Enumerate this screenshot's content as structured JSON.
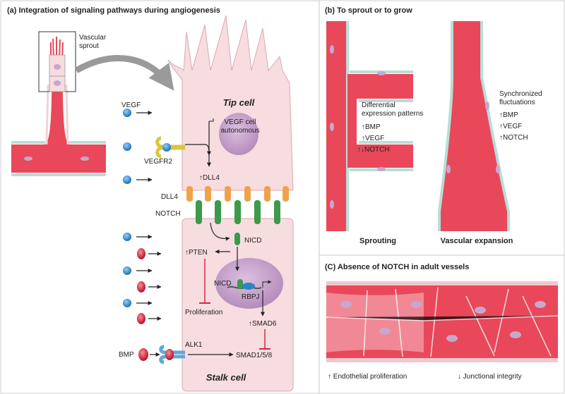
{
  "panel_a": {
    "title": "(a)  Integration of signaling pathways during angiogenesis",
    "sprout_label": [
      "Vascular",
      "sprout"
    ],
    "tip_cell": "Tip cell",
    "stalk_cell": "Stalk cell",
    "vegf": "VEGF",
    "vegfr2": "VEGFR2",
    "vegf_autonomous": [
      "VEGF cell",
      "autonomous"
    ],
    "dll4_up": "DLL4",
    "dll4": "DLL4",
    "notch": "NOTCH",
    "nicd": "NICD",
    "nicd_nucleus": "NICD",
    "rbpj": "RBPJ",
    "pten": "PTEN",
    "proliferation": "Proliferation",
    "smad6": "SMAD6",
    "smad158": "SMAD1/5/8",
    "alk1": "ALK1",
    "bmp": "BMP"
  },
  "panel_b": {
    "title": "(b)  To sprout or to grow",
    "left_text": [
      "Differential",
      "expression patterns",
      "BMP",
      "VEGF",
      "NOTCH"
    ],
    "right_text": [
      "Synchronized",
      "fluctuations",
      "BMP",
      "VEGF",
      "NOTCH"
    ],
    "left_label": "Sprouting",
    "right_label": "Vascular expansion"
  },
  "panel_c": {
    "title": "(C)  Absence of NOTCH in adult vessels",
    "left_caption": "Endothelial proliferation",
    "right_caption": "Junctional integrity"
  },
  "colors": {
    "vessel_red": "#e8485a",
    "tip_pink": "#f7dce0",
    "nucleus_purple": "#c9a6cf",
    "teal": "#b9ddd8",
    "dll4_orange": "#f0a24a",
    "notch_green": "#3c9a4a",
    "vegf_blue": "#2a86c6",
    "bmp_red": "#d7283f",
    "inhibit_red": "#d7283f"
  },
  "icons": [
    "up-arrow",
    "down-arrow",
    "up-down-arrow",
    "curved-arrow",
    "inhibition-bar"
  ]
}
